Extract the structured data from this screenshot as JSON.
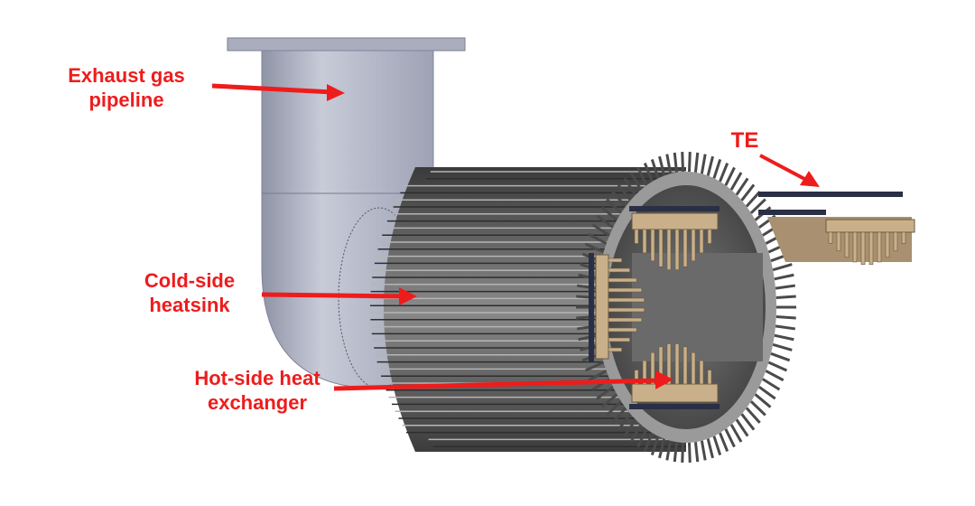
{
  "labels": {
    "exhaust_line1": "Exhaust gas",
    "exhaust_line2": "pipeline",
    "te": "TE",
    "cold_line1": "Cold-side",
    "cold_line2": "heatsink",
    "hot_line1": "Hot-side heat",
    "hot_line2": "exchanger"
  },
  "colors": {
    "annotation": "#ee1c1c",
    "pipe": "#a8adbf",
    "fin": "#555555",
    "heat_exchanger": "#c9b08a"
  }
}
